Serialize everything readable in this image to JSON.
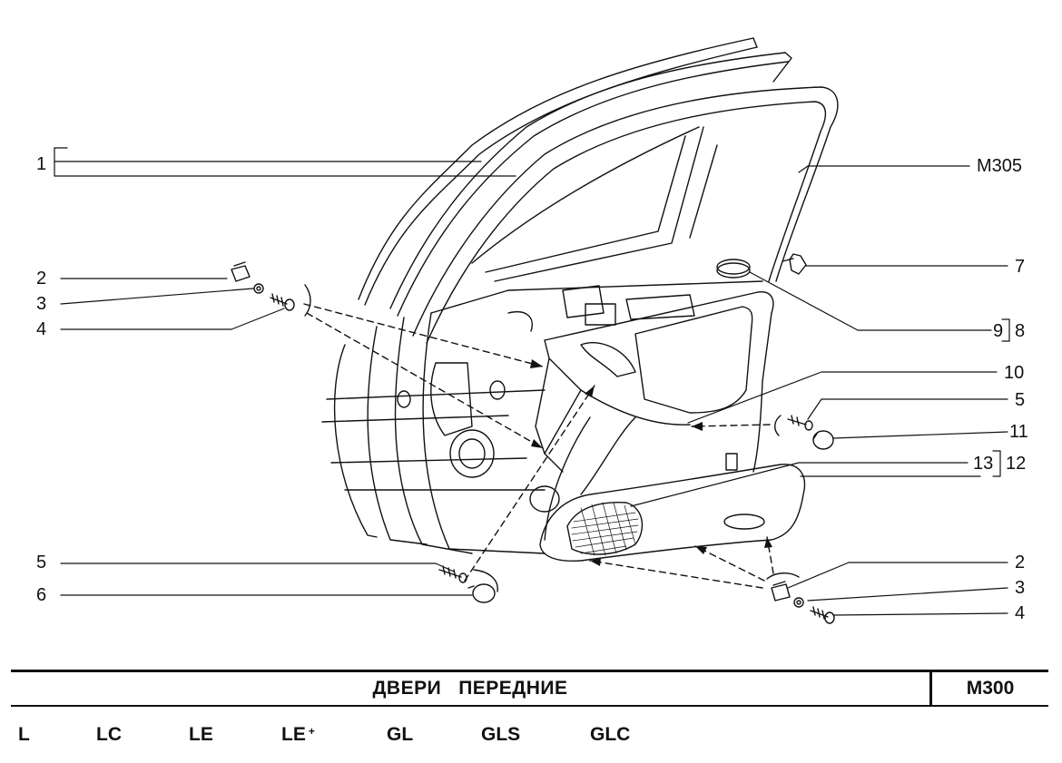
{
  "diagram": {
    "callouts": [
      {
        "id": "c1",
        "text": "1"
      },
      {
        "id": "c2",
        "text": "2"
      },
      {
        "id": "c3",
        "text": "3"
      },
      {
        "id": "c4",
        "text": "4"
      },
      {
        "id": "c5a",
        "text": "5"
      },
      {
        "id": "c6",
        "text": "6"
      },
      {
        "id": "cM305",
        "text": "M305"
      },
      {
        "id": "c7",
        "text": "7"
      },
      {
        "id": "c9",
        "text": "9"
      },
      {
        "id": "c8",
        "text": "8"
      },
      {
        "id": "c10",
        "text": "10"
      },
      {
        "id": "c5b",
        "text": "5"
      },
      {
        "id": "c11",
        "text": "11"
      },
      {
        "id": "c13",
        "text": "13"
      },
      {
        "id": "c12",
        "text": "12"
      },
      {
        "id": "c2b",
        "text": "2"
      },
      {
        "id": "c3b",
        "text": "3"
      },
      {
        "id": "c4b",
        "text": "4"
      }
    ]
  },
  "title": {
    "text": "ДВЕРИ   ПЕРЕДНИЕ",
    "code": "M300"
  },
  "models": [
    {
      "text": "L"
    },
    {
      "text": "LC"
    },
    {
      "text": "LE"
    },
    {
      "text": "LE",
      "sup": "+"
    },
    {
      "text": "GL"
    },
    {
      "text": "GLS"
    },
    {
      "text": "GLC"
    }
  ]
}
